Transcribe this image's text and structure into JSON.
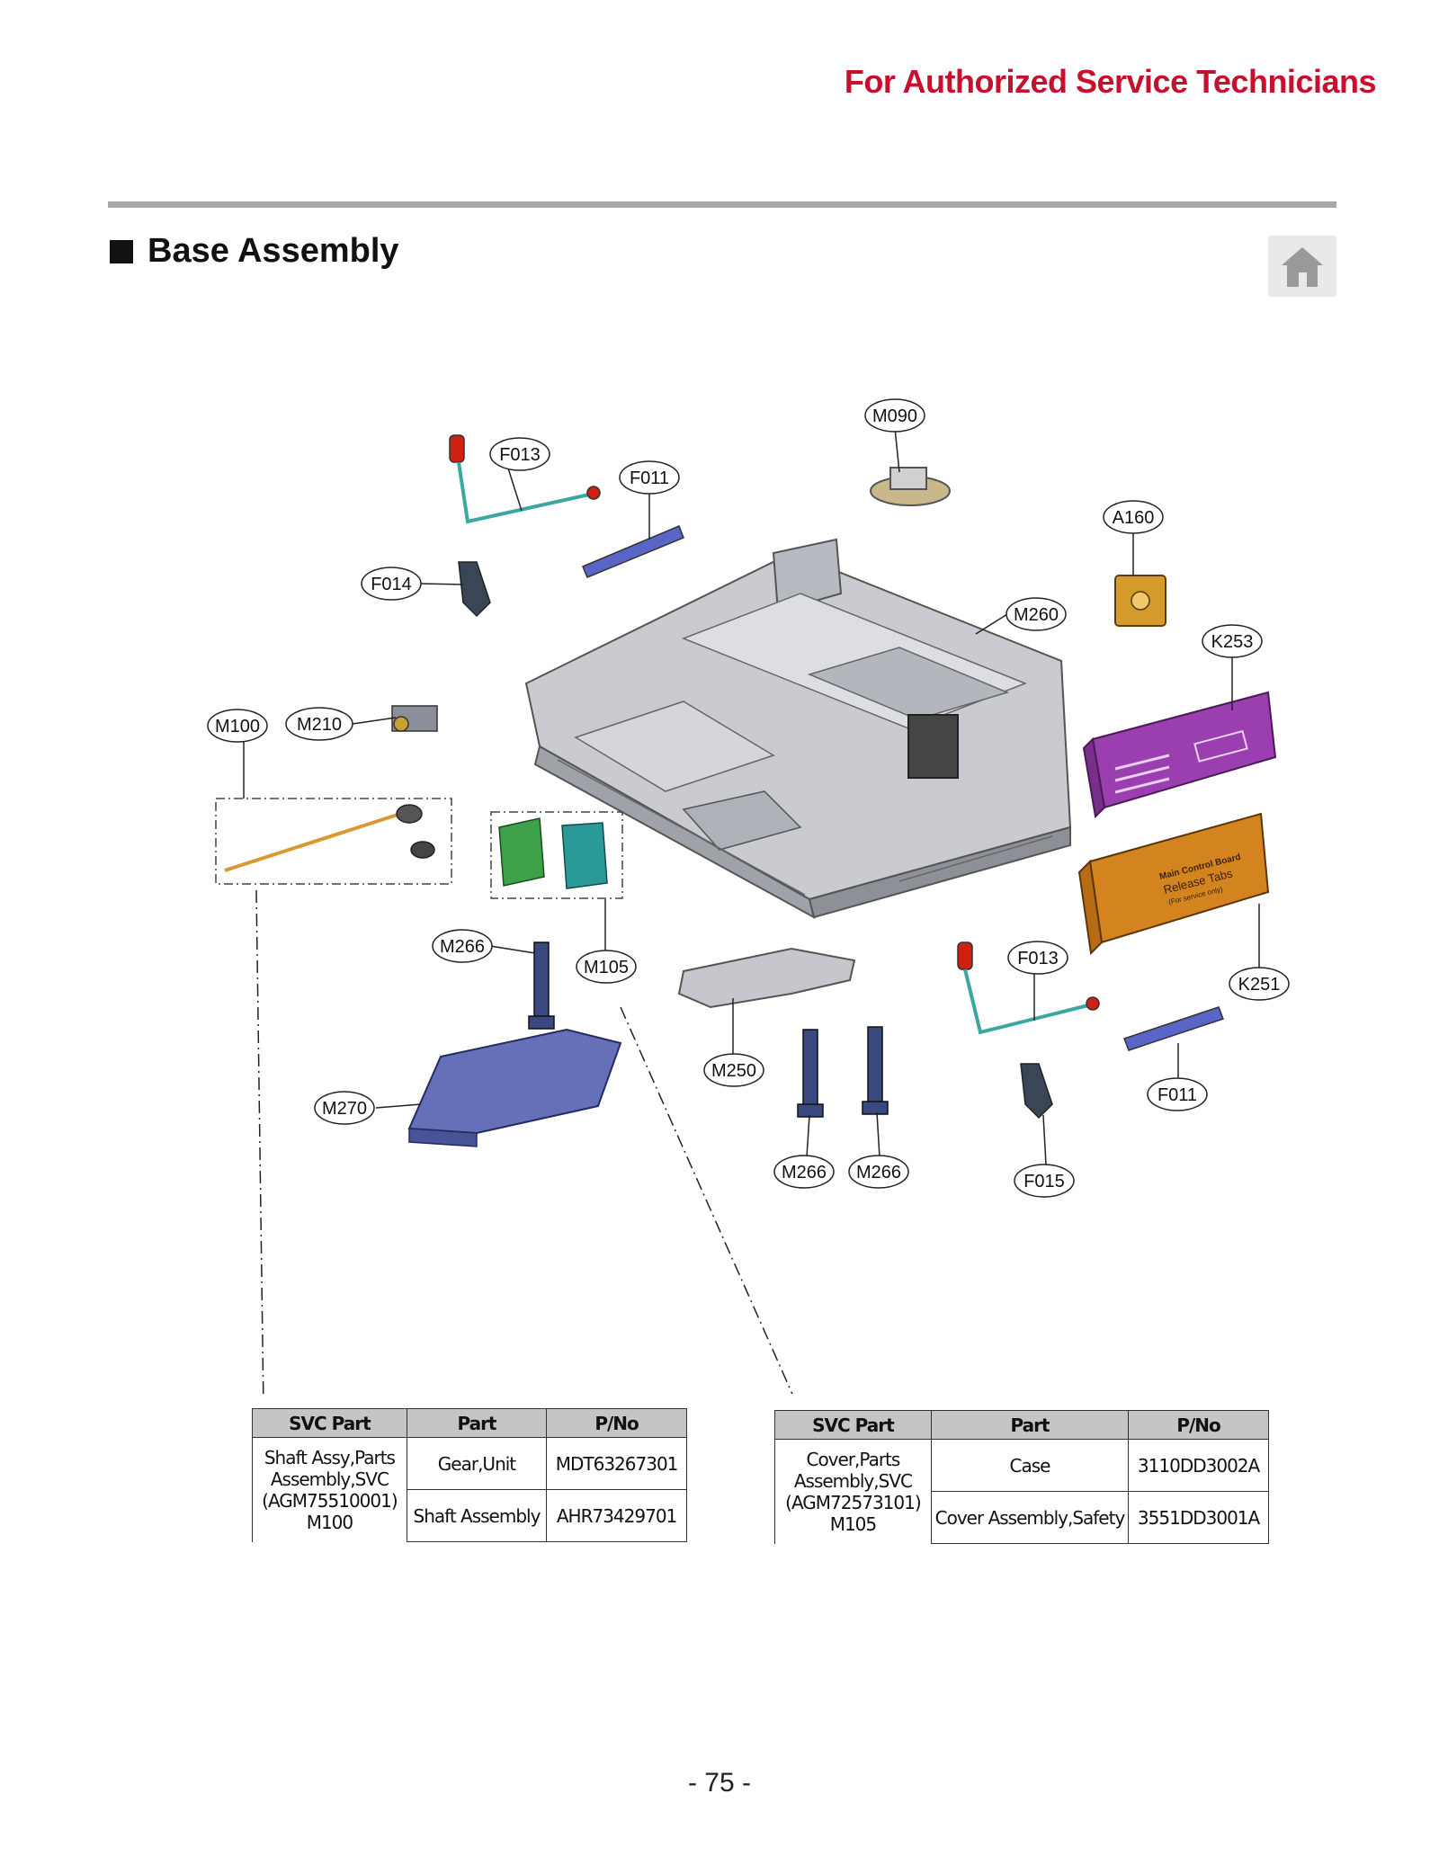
{
  "header": {
    "title": "For Authorized Service Technicians"
  },
  "section": {
    "title": "Base Assembly",
    "home_icon": "home-icon"
  },
  "callouts": {
    "M090": "M090",
    "F013a": "F013",
    "F011a": "F011",
    "A160": "A160",
    "F014": "F014",
    "M260": "M260",
    "K253": "K253",
    "M100": "M100",
    "M210": "M210",
    "M266a": "M266",
    "M105": "M105",
    "F013b": "F013",
    "K251": "K251",
    "M250": "M250",
    "M270": "M270",
    "F011b": "F011",
    "M266b": "M266",
    "M266c": "M266",
    "F015": "F015"
  },
  "panel_text": {
    "line1": "Main Control Board",
    "line2": "Release Tabs",
    "line3": "(For service only)"
  },
  "tables": [
    {
      "headers": [
        "SVC Part",
        "Part",
        "P/No"
      ],
      "svc_part": [
        "Shaft Assy,Parts",
        "Assembly,SVC",
        "(AGM75510001)",
        "M100"
      ],
      "rows": [
        {
          "part": "Gear,Unit",
          "pno": "MDT63267301"
        },
        {
          "part": "Shaft Assembly",
          "pno": "AHR73429701"
        }
      ]
    },
    {
      "headers": [
        "SVC Part",
        "Part",
        "P/No"
      ],
      "svc_part": [
        "Cover,Parts",
        "Assembly,SVC",
        "(AGM72573101)",
        "M105"
      ],
      "rows": [
        {
          "part": "Case",
          "pno": "3110DD3002A"
        },
        {
          "part": "Cover Assembly,Safety",
          "pno": "3551DD3001A"
        }
      ]
    }
  ],
  "page": {
    "number": "- 75 -"
  }
}
